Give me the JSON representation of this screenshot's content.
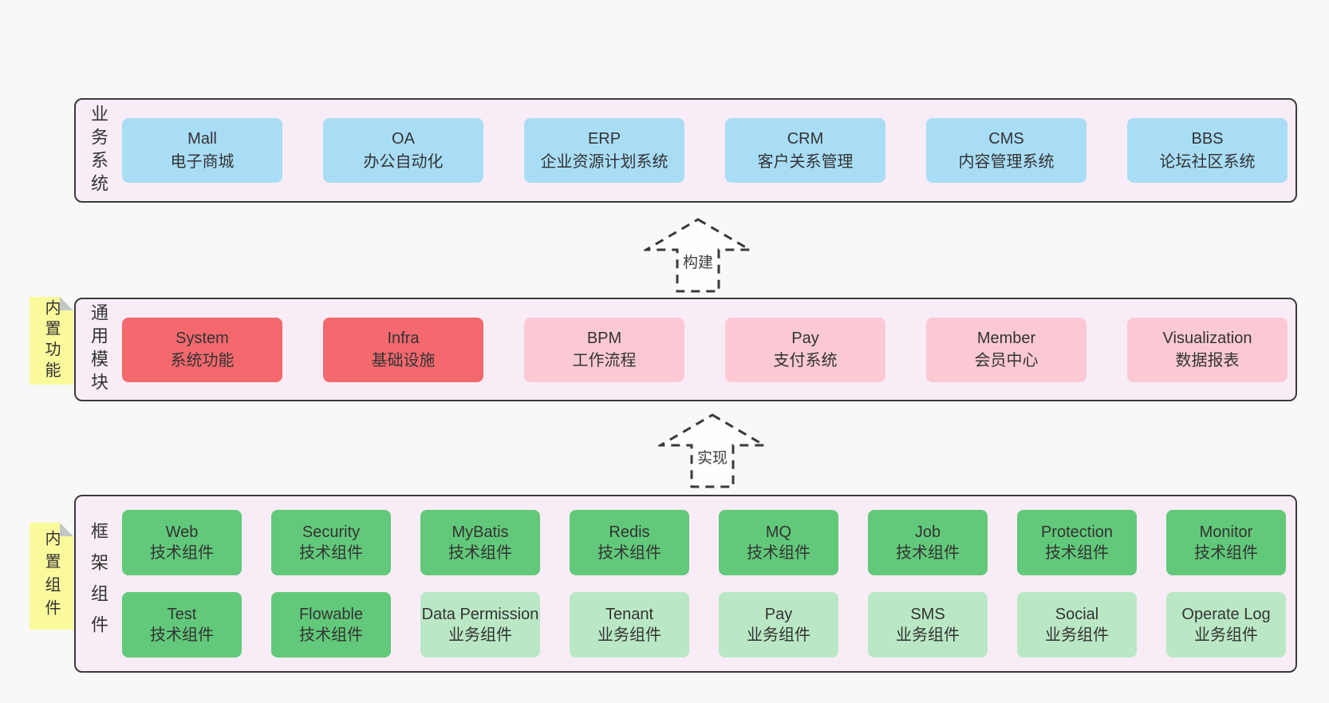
{
  "colors": {
    "page_bg": "#f8f8f8",
    "layer_bg": "#f8edf6",
    "layer_border": "#3b3b3b",
    "blue": "#a9ddf6",
    "red": "#f4696e",
    "pink": "#fbc9d4",
    "green": "#62c97a",
    "light_green": "#bae8c5",
    "note_yellow": "#fafa9d",
    "note_fold": "#c3c7c6",
    "text": "#333333"
  },
  "arrows": [
    {
      "label": "构建"
    },
    {
      "label": "实现"
    }
  ],
  "layers": [
    {
      "id": "business-systems",
      "label": "业务系统",
      "tag": null,
      "rows": [
        [
          {
            "name": "Mall",
            "desc": "电子商城",
            "type": "blue"
          },
          {
            "name": "OA",
            "desc": "办公自动化",
            "type": "blue"
          },
          {
            "name": "ERP",
            "desc": "企业资源计划系统",
            "type": "blue"
          },
          {
            "name": "CRM",
            "desc": "客户关系管理",
            "type": "blue"
          },
          {
            "name": "CMS",
            "desc": "内容管理系统",
            "type": "blue"
          },
          {
            "name": "BBS",
            "desc": "论坛社区系统",
            "type": "blue"
          }
        ]
      ]
    },
    {
      "id": "common-modules",
      "label": "通用模块",
      "tag": "内置功能",
      "rows": [
        [
          {
            "name": "System",
            "desc": "系统功能",
            "type": "red"
          },
          {
            "name": "Infra",
            "desc": "基础设施",
            "type": "red"
          },
          {
            "name": "BPM",
            "desc": "工作流程",
            "type": "pink"
          },
          {
            "name": "Pay",
            "desc": "支付系统",
            "type": "pink"
          },
          {
            "name": "Member",
            "desc": "会员中心",
            "type": "pink"
          },
          {
            "name": "Visualization",
            "desc": "数据报表",
            "type": "pink"
          }
        ]
      ]
    },
    {
      "id": "framework-components",
      "label": "框架组件",
      "tag": "内置组件",
      "rows": [
        [
          {
            "name": "Web",
            "desc": "技术组件",
            "type": "green"
          },
          {
            "name": "Security",
            "desc": "技术组件",
            "type": "green"
          },
          {
            "name": "MyBatis",
            "desc": "技术组件",
            "type": "green"
          },
          {
            "name": "Redis",
            "desc": "技术组件",
            "type": "green"
          },
          {
            "name": "MQ",
            "desc": "技术组件",
            "type": "green"
          },
          {
            "name": "Job",
            "desc": "技术组件",
            "type": "green"
          },
          {
            "name": "Protection",
            "desc": "技术组件",
            "type": "green"
          },
          {
            "name": "Monitor",
            "desc": "技术组件",
            "type": "green"
          }
        ],
        [
          {
            "name": "Test",
            "desc": "技术组件",
            "type": "green"
          },
          {
            "name": "Flowable",
            "desc": "技术组件",
            "type": "green"
          },
          {
            "name": "Data Permission",
            "desc": "业务组件",
            "type": "light-green"
          },
          {
            "name": "Tenant",
            "desc": "业务组件",
            "type": "light-green"
          },
          {
            "name": "Pay",
            "desc": "业务组件",
            "type": "light-green"
          },
          {
            "name": "SMS",
            "desc": "业务组件",
            "type": "light-green"
          },
          {
            "name": "Social",
            "desc": "业务组件",
            "type": "light-green"
          },
          {
            "name": "Operate Log",
            "desc": "业务组件",
            "type": "light-green"
          }
        ]
      ]
    }
  ]
}
